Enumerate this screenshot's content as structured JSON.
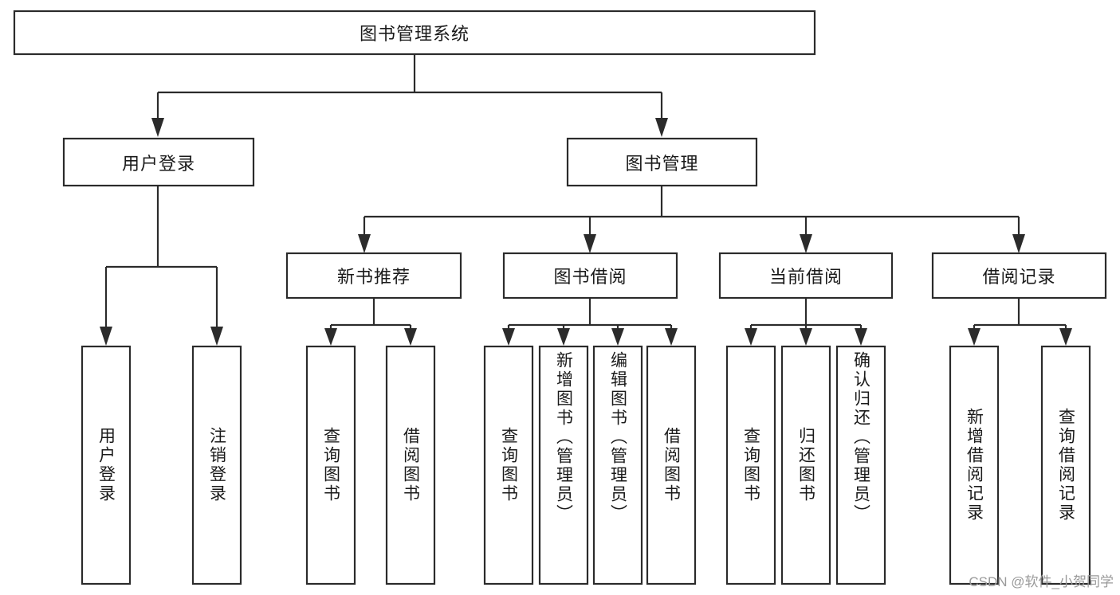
{
  "diagram": {
    "type": "hierarchy-tree",
    "title": "图书管理系统",
    "orientation": "top-down",
    "watermark": "CSDN @软件_小贺同学",
    "colors": {
      "stroke": "#2b2b2b",
      "box_fill": "#ffffff",
      "text": "#1a1a1a",
      "watermark": "#9a9a9a",
      "background": "#ffffff"
    },
    "levels": {
      "root": {
        "label": "图书管理系统"
      },
      "level2": [
        {
          "label": "用户登录"
        },
        {
          "label": "图书管理"
        }
      ],
      "level3": [
        {
          "label": "新书推荐"
        },
        {
          "label": "图书借阅"
        },
        {
          "label": "当前借阅"
        },
        {
          "label": "借阅记录"
        }
      ]
    },
    "leaves": {
      "user_login_children": [
        {
          "label": "用户登录"
        },
        {
          "label": "注销登录"
        }
      ],
      "new_book_children": [
        {
          "label": "查询图书"
        },
        {
          "label": "借阅图书"
        }
      ],
      "book_borrow_children": [
        {
          "label": "查询图书"
        },
        {
          "label": "新增图书（管理员）"
        },
        {
          "label": "编辑图书（管理员）"
        },
        {
          "label": "借阅图书"
        }
      ],
      "current_borrow_children": [
        {
          "label": "查询图书"
        },
        {
          "label": "归还图书"
        },
        {
          "label": "确认归还（管理员）"
        }
      ],
      "borrow_record_children": [
        {
          "label": "新增借阅记录"
        },
        {
          "label": "查询借阅记录"
        }
      ]
    }
  }
}
